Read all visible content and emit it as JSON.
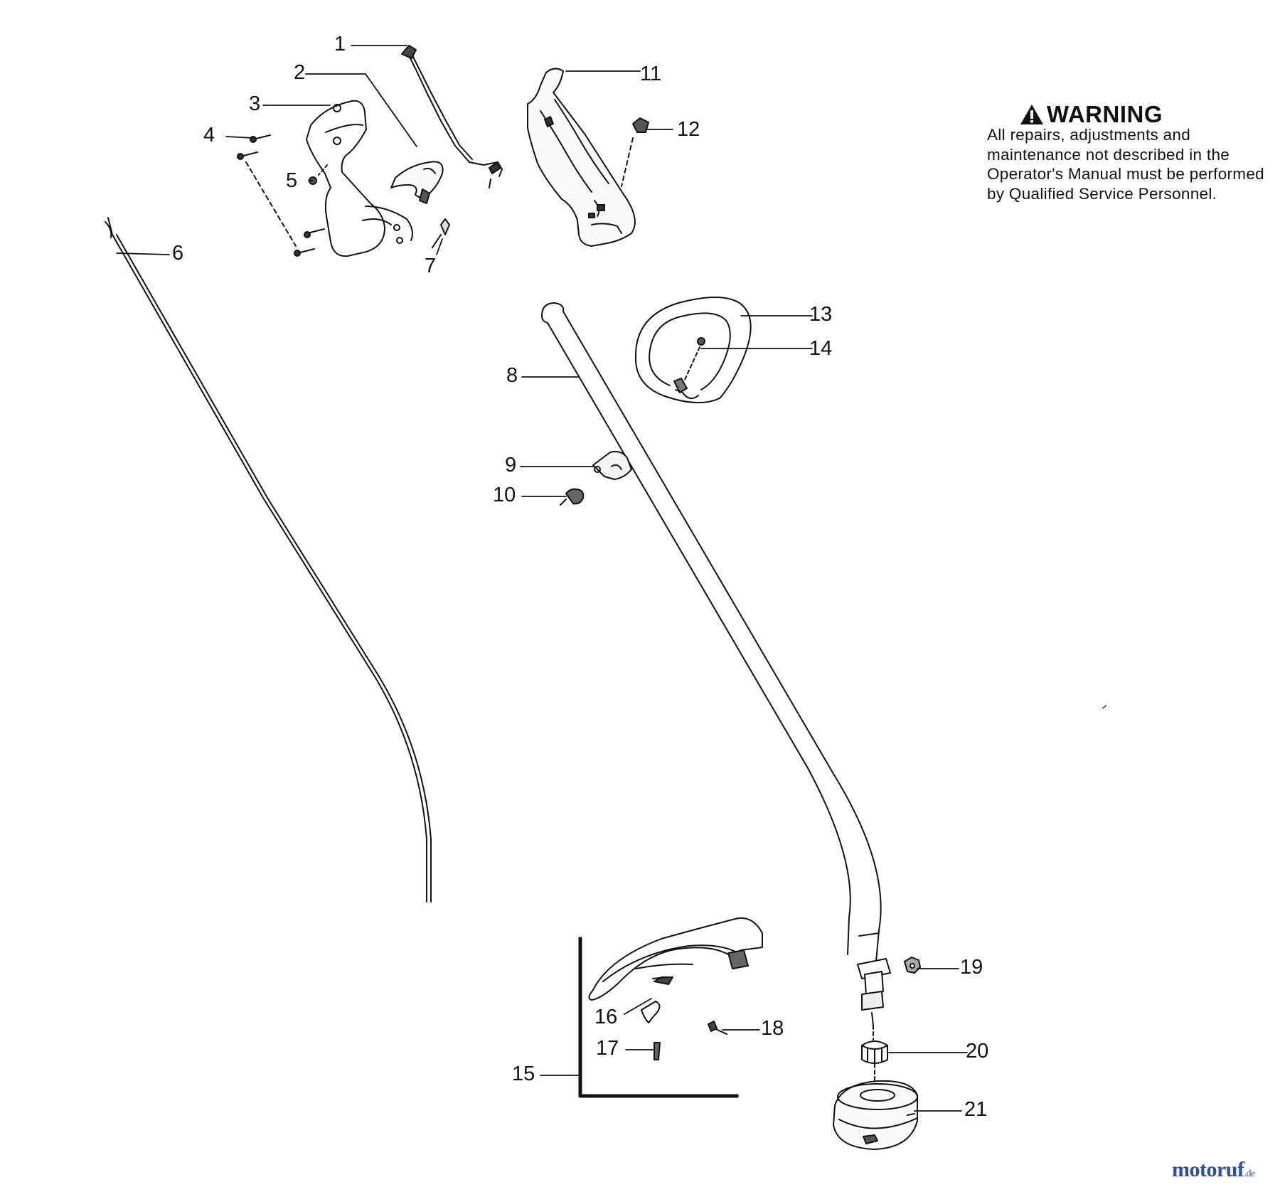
{
  "diagram": {
    "callouts": [
      {
        "id": 1,
        "label": "1"
      },
      {
        "id": 2,
        "label": "2"
      },
      {
        "id": 3,
        "label": "3"
      },
      {
        "id": 4,
        "label": "4"
      },
      {
        "id": 5,
        "label": "5"
      },
      {
        "id": 6,
        "label": "6"
      },
      {
        "id": 7,
        "label": "7"
      },
      {
        "id": 8,
        "label": "8"
      },
      {
        "id": 9,
        "label": "9"
      },
      {
        "id": 10,
        "label": "10"
      },
      {
        "id": 11,
        "label": "11"
      },
      {
        "id": 12,
        "label": "12"
      },
      {
        "id": 13,
        "label": "13"
      },
      {
        "id": 14,
        "label": "14"
      },
      {
        "id": 15,
        "label": "15"
      },
      {
        "id": 16,
        "label": "16"
      },
      {
        "id": 17,
        "label": "17"
      },
      {
        "id": 18,
        "label": "18"
      },
      {
        "id": 19,
        "label": "19"
      },
      {
        "id": 20,
        "label": "20"
      },
      {
        "id": 21,
        "label": "21"
      }
    ]
  },
  "warning": {
    "title": "WARNING",
    "icon": "warning-triangle-icon",
    "text": "All repairs, adjustments and maintenance not described in the Operator's Manual must be performed by Qualified Service Personnel."
  },
  "watermark": {
    "brand": "motoruf",
    "suffix": ".de"
  }
}
